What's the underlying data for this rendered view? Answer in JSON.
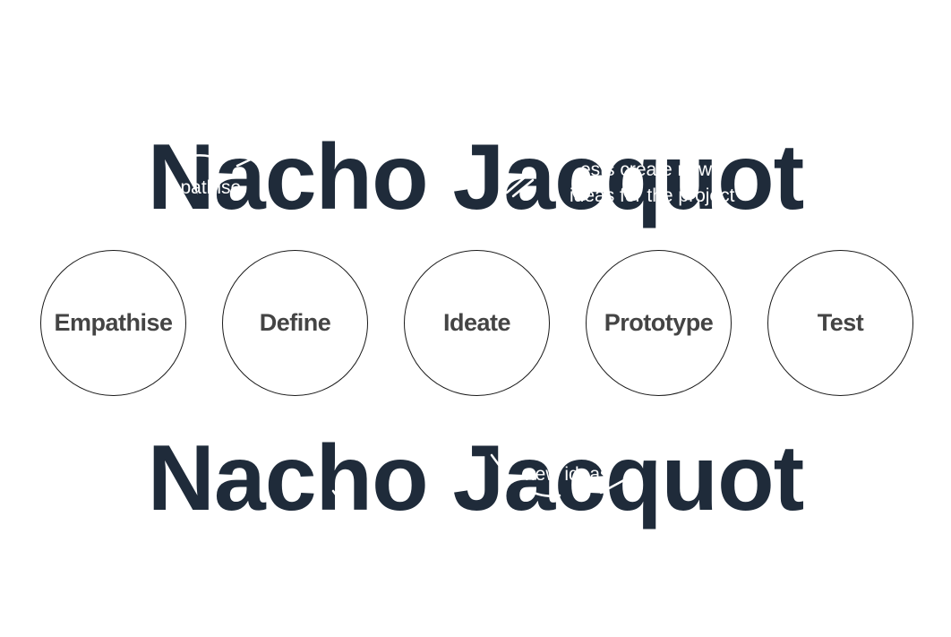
{
  "title_top": "Nacho Jacquot",
  "title_bottom": "Nacho Jacquot",
  "overlay_notes": {
    "empathise": "mpathise",
    "ideas_line1": "ests create new",
    "ideas_line2": "ideas for the project",
    "new_ideas": "new ideas"
  },
  "steps": [
    {
      "label": "Empathise"
    },
    {
      "label": "Define"
    },
    {
      "label": "Ideate"
    },
    {
      "label": "Prototype"
    },
    {
      "label": "Test"
    }
  ],
  "colors": {
    "title": "#1f2b3a",
    "step_label": "#444444",
    "circle_stroke": "#1a1a1a",
    "overlay_text": "#ffffff",
    "background": "#ffffff"
  }
}
